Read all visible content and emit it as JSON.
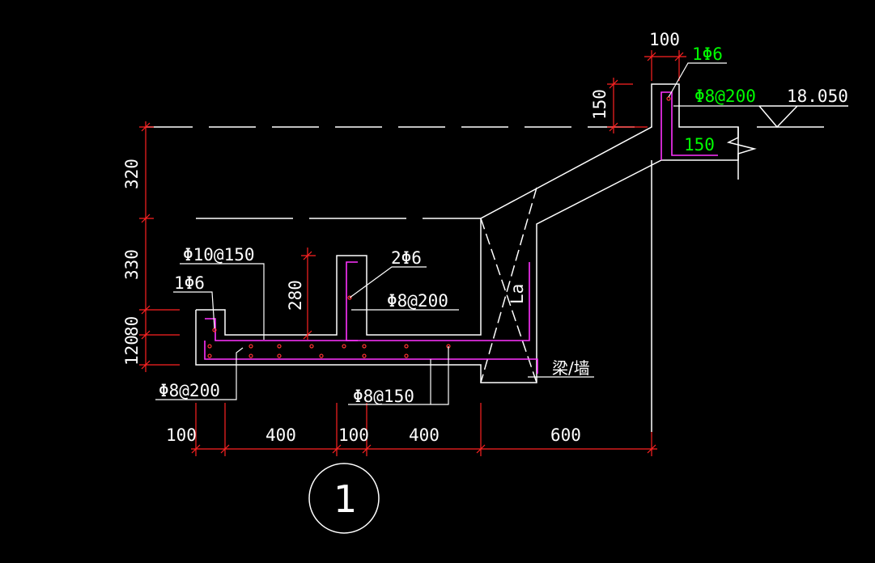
{
  "drawing": {
    "colors": {
      "concrete_outline": "#ffffff",
      "dimension_line": "#ff2222",
      "rebar": "#ff33ff",
      "green_text": "#00ff00",
      "background": "#000000"
    },
    "dimensions": {
      "top_100": "100",
      "top_150": "150",
      "left_320": "320",
      "left_330": "330",
      "left_120": "120",
      "left_80": "80",
      "mid_280": "280",
      "bot_100_a": "100",
      "bot_400_a": "400",
      "bot_100_b": "100",
      "bot_400_b": "400",
      "bot_600": "600",
      "right_150": "150"
    },
    "rebar_labels": {
      "top_1phi6": "1Φ6",
      "top_phi8_200": "Φ8@200",
      "phi10_150": "Φ10@150",
      "left_1phi6": "1Φ6",
      "two_phi6": "2Φ6",
      "phi8_200_mid": "Φ8@200",
      "phi8_200_bot": "Φ8@200",
      "phi8_150": "Φ8@150"
    },
    "elevation": "18.050",
    "anchorage_label": "La",
    "beam_wall_label": "梁/墙",
    "section_number": "1"
  }
}
